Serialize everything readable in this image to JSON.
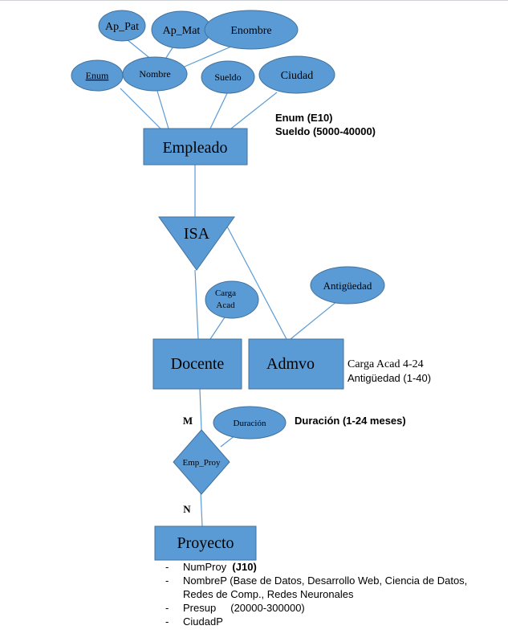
{
  "colors": {
    "shape_fill": "#5b9bd5",
    "shape_stroke": "#41719c",
    "line": "#5b9bd5"
  },
  "attributes": {
    "ap_pat": "Ap_Pat",
    "ap_mat": "Ap_Mat",
    "enombre": "Enombre",
    "enum": "Enum",
    "nombre": "Nombre",
    "sueldo": "Sueldo",
    "ciudad": "Ciudad",
    "carga_acad_line1": "Carga",
    "carga_acad_line2": "Acad",
    "antiguedad": "Antigüedad",
    "duracion": "Duración"
  },
  "entities": {
    "empleado": "Empleado",
    "docente": "Docente",
    "admvo": "Admvo",
    "proyecto": "Proyecto"
  },
  "isa_label": "ISA",
  "relationship": {
    "label": "Emp_Proy",
    "card_m": "M",
    "card_n": "N"
  },
  "notes": {
    "enum": "Enum (E10)",
    "sueldo": "Sueldo (5000-40000)",
    "carga_acad": "Carga Acad 4-24",
    "antiguedad": "Antigüedad  (1-40)",
    "duracion": "Duración (1-24 meses)"
  },
  "proyecto_attrs": {
    "numproy_name": "NumProy",
    "numproy_value": "(J10)",
    "nombrep_line1": "NombreP (Base de Datos, Desarrollo Web, Ciencia de Datos,",
    "nombrep_line2": "Redes de Comp., Redes Neuronales",
    "presup": "Presup     (20000-300000)",
    "ciudadp": "CiudadP"
  }
}
